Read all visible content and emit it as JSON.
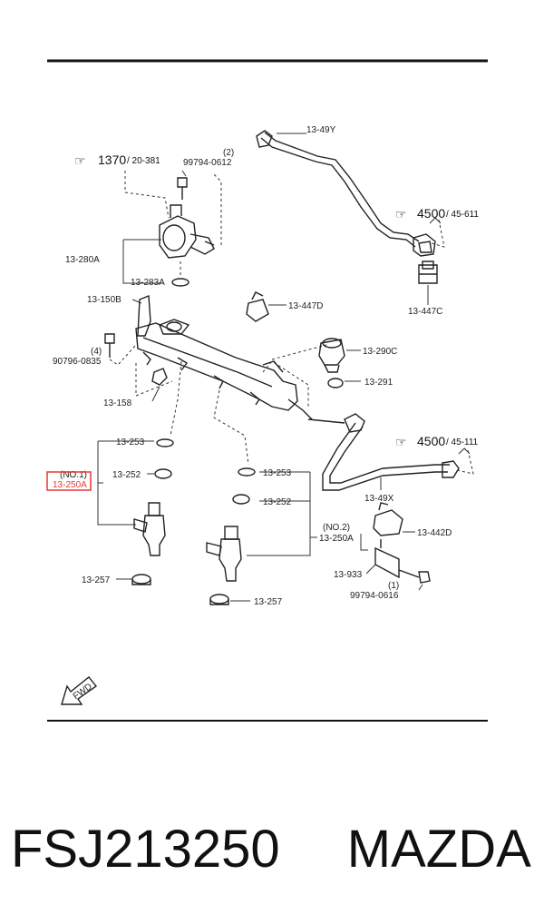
{
  "caption": {
    "part_number": "FSJ213250",
    "brand": "MAZDA"
  },
  "highlight_color": "#e53935",
  "references": {
    "r1370": {
      "num": "1370",
      "sub": "/ 20-381"
    },
    "r4500a": {
      "num": "4500",
      "sub": "/ 45-611"
    },
    "r4500b": {
      "num": "4500",
      "sub": "/ 45-111"
    }
  },
  "labels": {
    "p13_49Y": "13-49Y",
    "qty2": "(2)",
    "b99794_0612": "99794-0612",
    "p13_280A": "13-280A",
    "p13_283A": "13-283A",
    "p13_150B": "13-150B",
    "p13_447D": "13-447D",
    "p13_447C": "13-447C",
    "qty4": "(4)",
    "b90796_0835": "90796-0835",
    "p13_290C": "13-290C",
    "p13_291": "13-291",
    "p13_158": "13-158",
    "p13_253_left": "13-253",
    "no1": "(NO.1)",
    "p13_250A_left": "13-250A",
    "p13_252_left": "13-252",
    "p13_253_right": "13-253",
    "p13_252_right": "13-252",
    "p13_49X": "13-49X",
    "p13_442D": "13-442D",
    "no2": "(NO.2)",
    "p13_250A_right": "13-250A",
    "p13_933": "13-933",
    "qty1": "(1)",
    "b99794_0616": "99794-0616",
    "p13_257_left": "13-257",
    "p13_257_right": "13-257",
    "fwd": "FWD"
  }
}
